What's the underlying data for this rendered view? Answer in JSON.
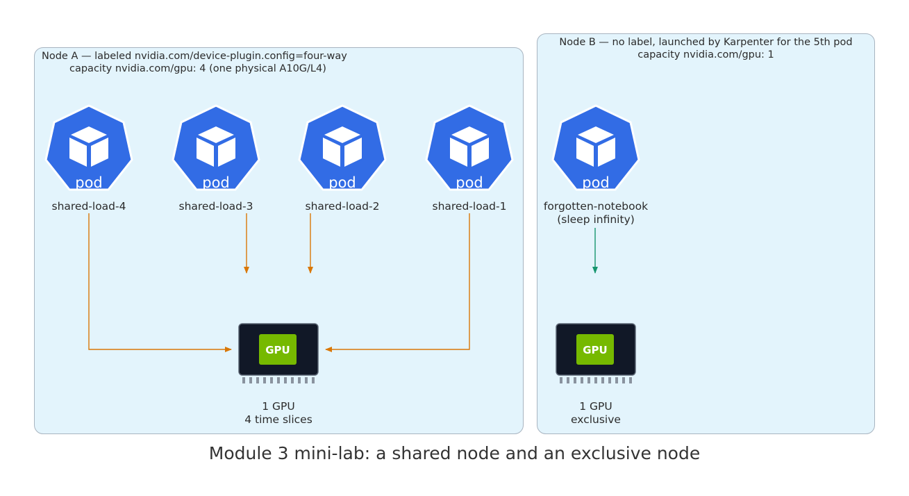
{
  "clusters": {
    "node_a": {
      "title_line1": "Node A — labeled nvidia.com/device-plugin.config=four-way",
      "title_line2": "capacity nvidia.com/gpu: 4 (one physical A10G/L4)"
    },
    "node_b": {
      "title_line1": "Node B — no label, launched by Karpenter for the 5th pod",
      "title_line2": "capacity nvidia.com/gpu: 1"
    }
  },
  "pods": [
    {
      "badge": "pod",
      "label": "shared-load-4"
    },
    {
      "badge": "pod",
      "label": "shared-load-3"
    },
    {
      "badge": "pod",
      "label": "shared-load-2"
    },
    {
      "badge": "pod",
      "label": "shared-load-1"
    },
    {
      "badge": "pod",
      "label": "forgotten-notebook",
      "label_line2": "(sleep infinity)"
    }
  ],
  "gpus": [
    {
      "chip_text": "GPU",
      "label_line1": "1 GPU",
      "label_line2": "4 time slices"
    },
    {
      "chip_text": "GPU",
      "label_line1": "1 GPU",
      "label_line2": "exclusive"
    }
  ],
  "caption": "Module 3 mini-lab: a shared node and an exclusive node",
  "colors": {
    "cluster_fill": "#e3f4fc",
    "pod_blue": "#326ce5",
    "shared_edge": "#d97706",
    "exclusive_edge": "#16956e",
    "gpu_body": "#111827",
    "gpu_green": "#76b900"
  },
  "icons": [
    "kubernetes-pod-icon",
    "gpu-chip-icon"
  ]
}
